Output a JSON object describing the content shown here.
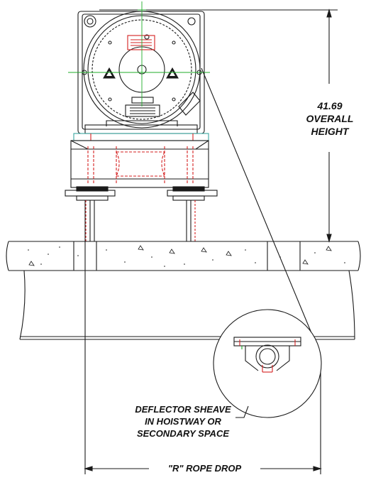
{
  "labels": {
    "height_value": "41.69",
    "height_line1": "OVERALL",
    "height_line2": "HEIGHT",
    "deflector_line1": "DEFLECTOR SHEAVE",
    "deflector_line2": "IN HOISTWAY OR",
    "deflector_line3": "SECONDARY SPACE",
    "rope_drop": "\"R\"  ROPE DROP"
  },
  "colors": {
    "line": "#1a1a1a",
    "hidden_red": "#d42020",
    "centerline_green": "#1fae2a",
    "teal_plate": "#3aa7a0"
  },
  "icons": [
    "warning-triangle-icon",
    "warning-triangle-icon",
    "rope-sheave-icon"
  ]
}
